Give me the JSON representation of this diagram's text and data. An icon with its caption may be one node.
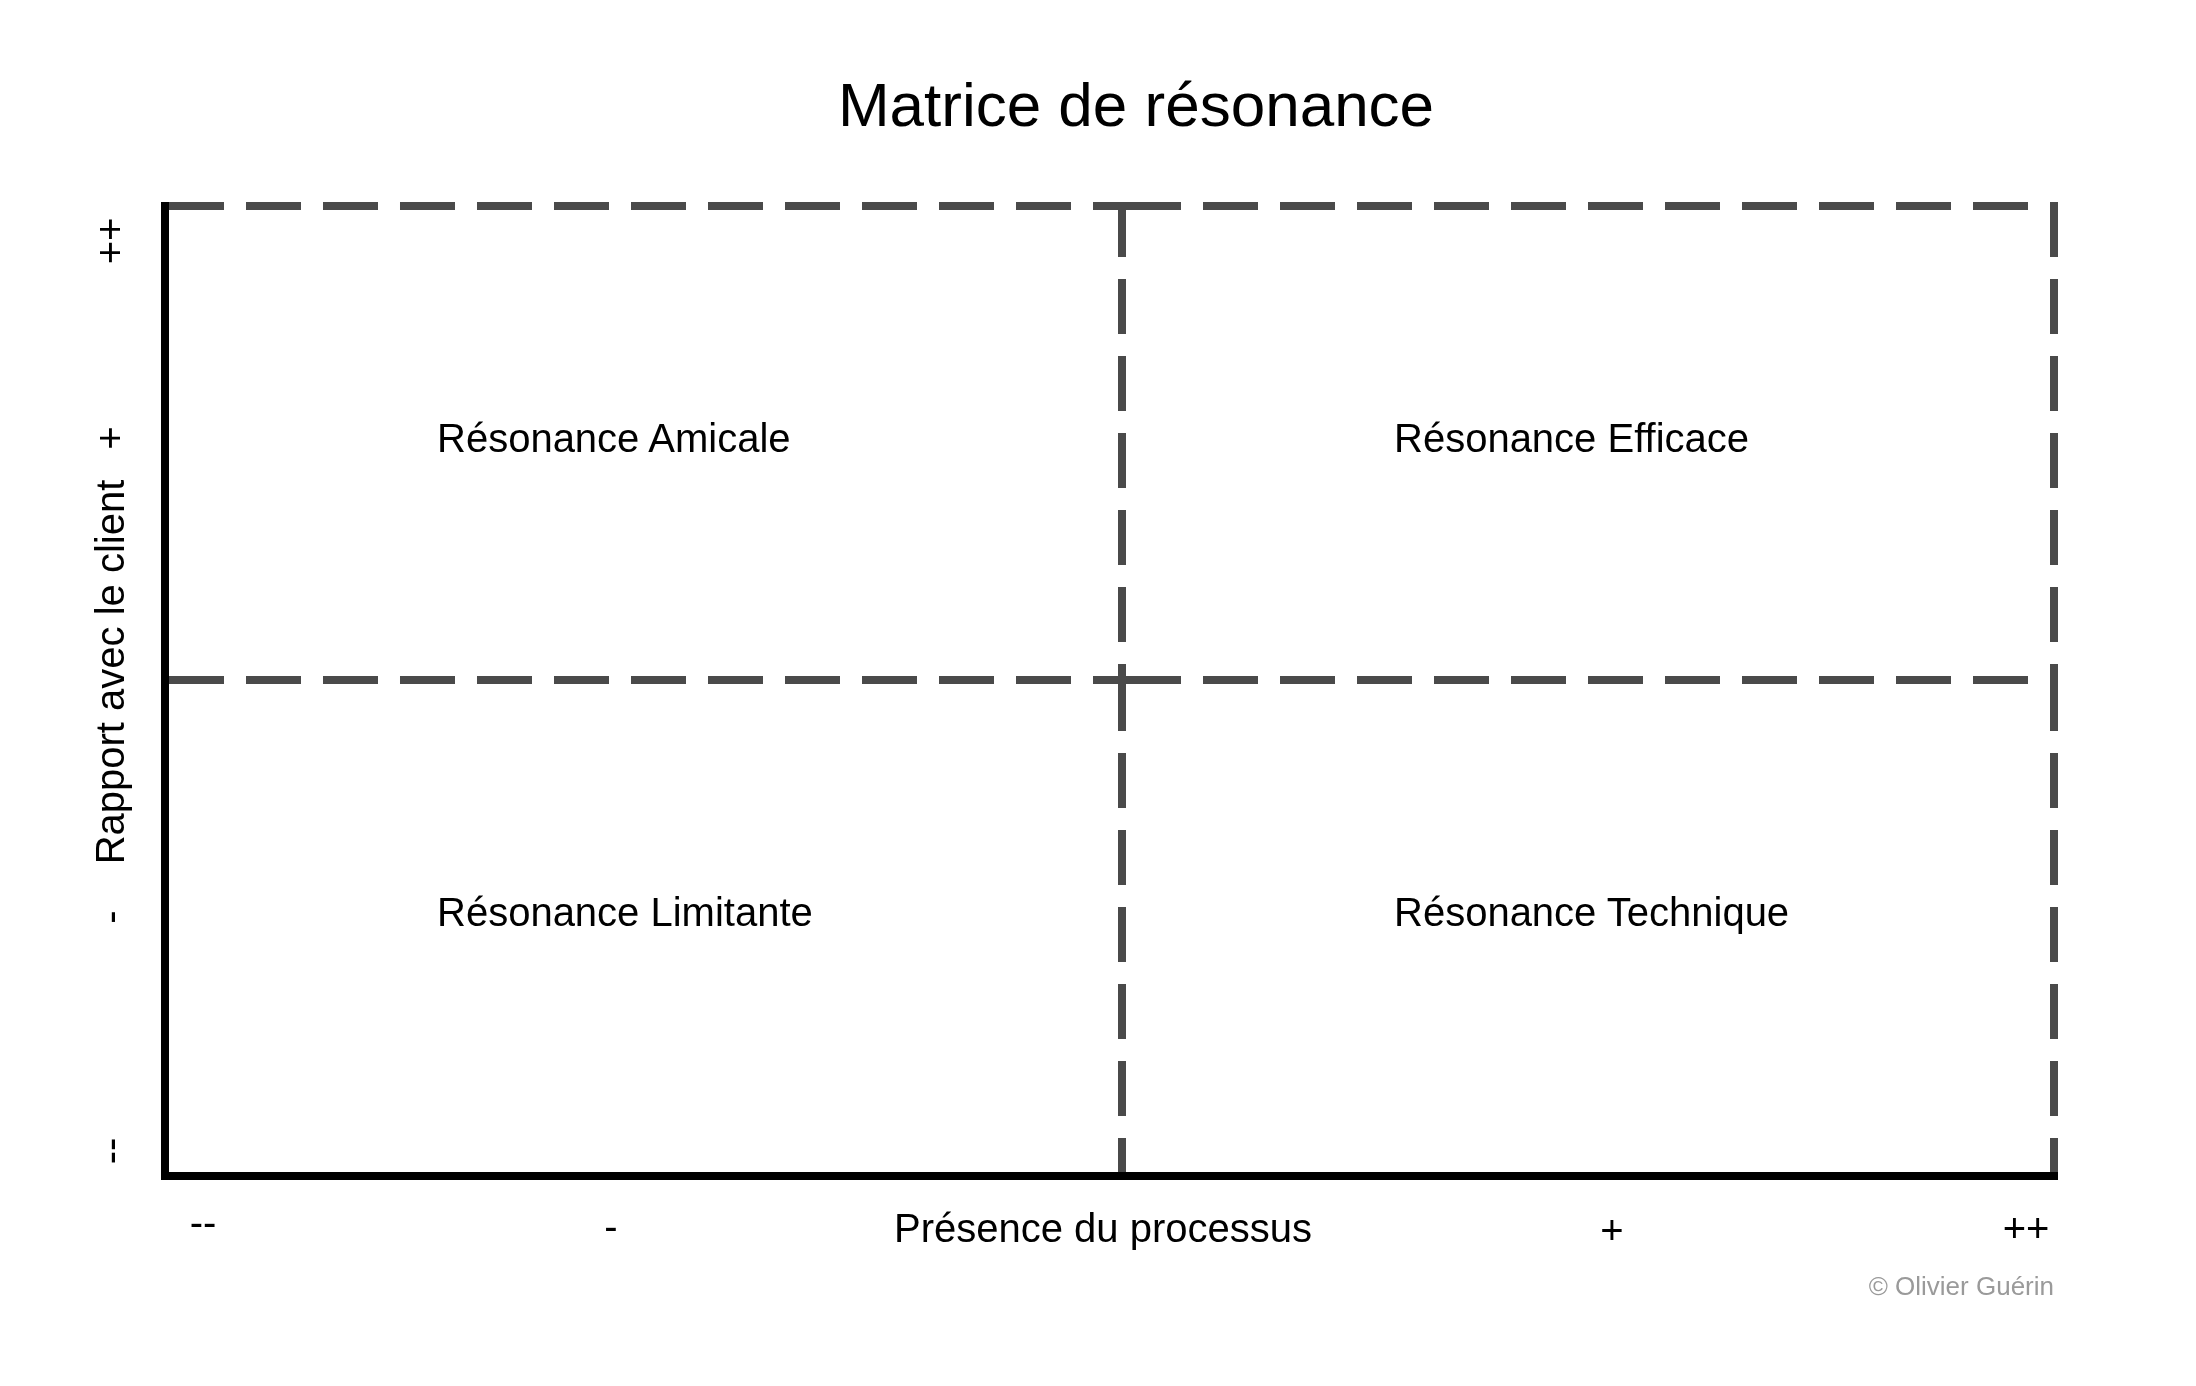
{
  "diagram": {
    "title": "Matrice de résonance",
    "nodes": [
      {
        "text": [
          "Résonance Amicale"
        ]
      },
      {
        "text": [
          "Résonance Efficace"
        ]
      },
      {
        "text": [
          "Résonance Limitante"
        ]
      },
      {
        "text": [
          "Résonance Technique"
        ]
      }
    ],
    "labels": [
      "--",
      "-",
      "Rapport avec le client",
      "+",
      "++",
      "--",
      "-",
      "Présence du processus",
      "+",
      "++",
      "© Olivier Guérin"
    ]
  }
}
